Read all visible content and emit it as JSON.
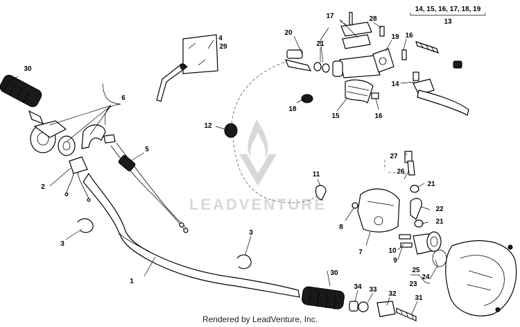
{
  "watermark": {
    "text": "LEADVENTURE"
  },
  "footer": {
    "text": "Rendered by LeadVenture, Inc."
  },
  "callouts": {
    "kit": "14, 15, 16, 17, 18, 19",
    "c13": "13",
    "c1": "1",
    "c2": "2",
    "c3a": "3",
    "c3b": "3",
    "c4": "4",
    "c29": "29",
    "c5": "5",
    "c6": "6",
    "c7": "7",
    "c8": "8",
    "c9": "9",
    "c10": "10",
    "c11": "11",
    "c12": "12",
    "c14": "14",
    "c15": "15",
    "c16a": "16",
    "c16b": "16",
    "c17": "17",
    "c18": "18",
    "c19": "19",
    "c20": "20",
    "c21a": "21",
    "c21b": "21",
    "c21c": "21",
    "c22": "22",
    "c23": "23",
    "c24": "24",
    "c25": "25",
    "c26": "26",
    "c27": "27",
    "c28": "28",
    "c30a": "30",
    "c30b": "30",
    "c31": "31",
    "c32": "32",
    "c33": "33",
    "c34": "34"
  }
}
